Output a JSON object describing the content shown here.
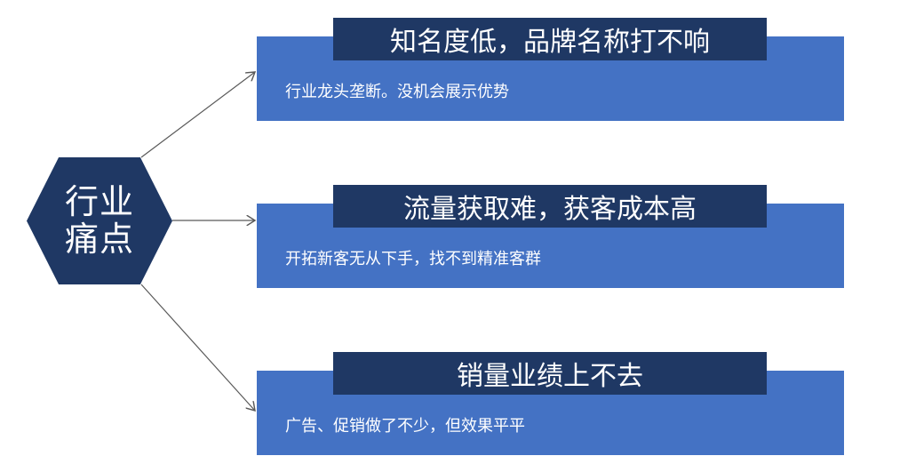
{
  "hexagon": {
    "line1": "行业",
    "line2": "痛点"
  },
  "items": [
    {
      "title": "知名度低，品牌名称打不响",
      "description": "行业龙头垄断。没机会展示优势"
    },
    {
      "title": "流量获取难，获客成本高",
      "description": "开拓新客无从下手，找不到精准客群"
    },
    {
      "title": "销量业绩上不去",
      "description": "广告、促销做了不少，但效果平平"
    }
  ],
  "colors": {
    "primary_dark": "#1f3864",
    "card_blue": "#4472c4",
    "arrow_gray": "#595959",
    "text_white": "#ffffff",
    "background": "#ffffff"
  }
}
